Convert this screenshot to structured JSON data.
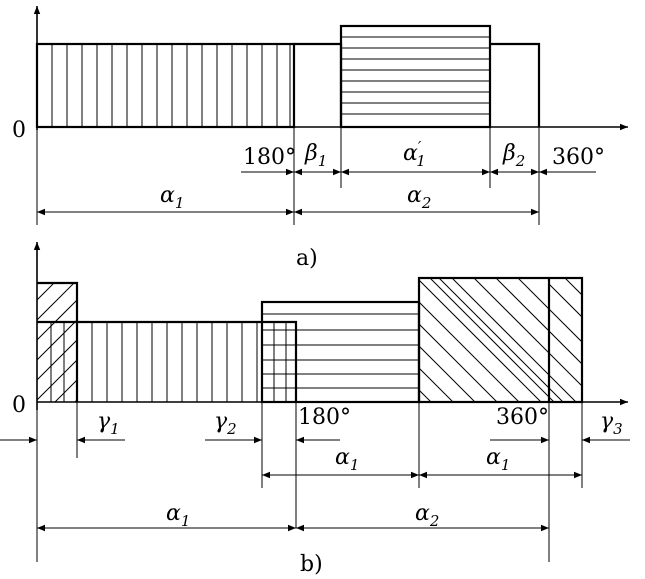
{
  "panel_a": {
    "caption": "a)",
    "origin": "0",
    "deg180": "180°",
    "deg360": "360°",
    "beta1": {
      "sym": "β",
      "sub": "1"
    },
    "alpha1p": {
      "sym": "α",
      "prime": "′",
      "sub": "1"
    },
    "beta2": {
      "sym": "β",
      "sub": "2"
    },
    "alpha1": {
      "sym": "α",
      "sub": "1"
    },
    "alpha2": {
      "sym": "α",
      "sub": "2"
    }
  },
  "panel_b": {
    "caption": "b)",
    "origin": "0",
    "deg180": "180°",
    "deg360": "360°",
    "gamma1": {
      "sym": "γ",
      "sub": "1"
    },
    "gamma2": {
      "sym": "γ",
      "sub": "2"
    },
    "gamma3": {
      "sym": "γ",
      "sub": "3"
    },
    "alpha1_mid": {
      "sym": "α",
      "sub": "1"
    },
    "alpha1_right": {
      "sym": "α",
      "sub": "1"
    },
    "alpha1_bottom": {
      "sym": "α",
      "sub": "1"
    },
    "alpha2": {
      "sym": "α",
      "sub": "2"
    }
  }
}
